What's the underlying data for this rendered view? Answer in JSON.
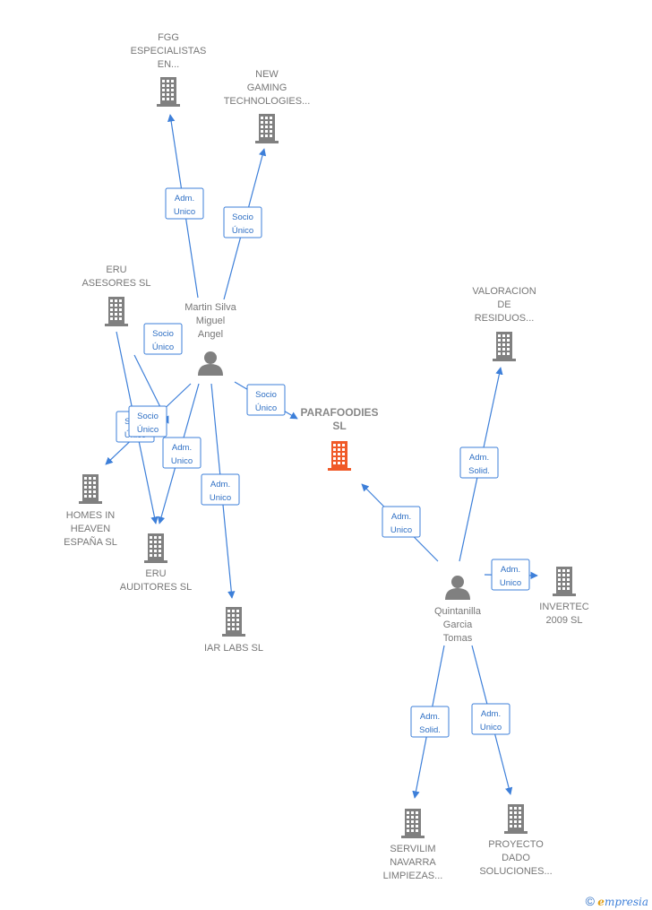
{
  "colors": {
    "edge": "#3d7fd9",
    "company": "#808080",
    "company_focus": "#f05a28",
    "person": "#808080"
  },
  "nodes": [
    {
      "id": "fgg",
      "kind": "company",
      "label": [
        "FGG",
        "ESPECIALISTAS",
        "EN..."
      ]
    },
    {
      "id": "newgaming",
      "kind": "company",
      "label": [
        "NEW",
        "GAMING",
        "TECHNOLOGIES..."
      ]
    },
    {
      "id": "eruasesores",
      "kind": "company",
      "label": [
        "ERU",
        "ASESORES  SL"
      ]
    },
    {
      "id": "martin",
      "kind": "person",
      "label": [
        "Martin Silva",
        "Miguel",
        "Angel"
      ]
    },
    {
      "id": "parafoodies",
      "kind": "company_focus",
      "label": [
        "PARAFOODIES",
        "SL"
      ]
    },
    {
      "id": "valoracion",
      "kind": "company",
      "label": [
        "VALORACION",
        "DE",
        "RESIDUOS..."
      ]
    },
    {
      "id": "homes",
      "kind": "company",
      "label": [
        "HOMES IN",
        "HEAVEN",
        "ESPAÑA SL"
      ]
    },
    {
      "id": "eruauditores",
      "kind": "company",
      "label": [
        "ERU",
        "AUDITORES SL"
      ]
    },
    {
      "id": "iarlabs",
      "kind": "company",
      "label": [
        "IAR LABS  SL"
      ]
    },
    {
      "id": "quintanilla",
      "kind": "person",
      "label": [
        "Quintanilla",
        "Garcia",
        "Tomas"
      ]
    },
    {
      "id": "invertec",
      "kind": "company",
      "label": [
        "INVERTEC",
        "2009 SL"
      ]
    },
    {
      "id": "servilim",
      "kind": "company",
      "label": [
        "SERVILIM",
        "NAVARRA",
        "LIMPIEZAS..."
      ]
    },
    {
      "id": "proyecto",
      "kind": "company",
      "label": [
        "PROYECTO",
        "DADO",
        "SOLUCIONES..."
      ]
    }
  ],
  "edges": [
    {
      "from": "martin",
      "to": "fgg",
      "label": [
        "Adm.",
        "Unico"
      ]
    },
    {
      "from": "martin",
      "to": "newgaming",
      "label": [
        "Socio",
        "Único"
      ]
    },
    {
      "from": "martin",
      "to": "eruasesores",
      "label": [
        "Socio",
        "Único"
      ]
    },
    {
      "from": "martin",
      "to": "parafoodies",
      "label": [
        "Socio",
        "Único"
      ]
    },
    {
      "from": "martin",
      "to": "homes",
      "label": [
        "Socio",
        "Único"
      ]
    },
    {
      "from": "martin",
      "to": "eruauditores",
      "label": [
        "Adm.",
        "Unico"
      ]
    },
    {
      "from": "martin",
      "to": "iarlabs",
      "label": [
        "Adm.",
        "Unico"
      ]
    },
    {
      "from": "eruasesores",
      "to": "iarlabs",
      "label": [
        "Socio",
        "Único"
      ]
    },
    {
      "from": "quintanilla",
      "to": "parafoodies",
      "label": [
        "Adm.",
        "Unico"
      ]
    },
    {
      "from": "quintanilla",
      "to": "valoracion",
      "label": [
        "Adm.",
        "Solid."
      ]
    },
    {
      "from": "quintanilla",
      "to": "invertec",
      "label": [
        "Adm.",
        "Unico"
      ]
    },
    {
      "from": "quintanilla",
      "to": "servilim",
      "label": [
        "Adm.",
        "Solid."
      ]
    },
    {
      "from": "quintanilla",
      "to": "proyecto",
      "label": [
        "Adm.",
        "Unico"
      ]
    }
  ],
  "footer": {
    "copyright": "©",
    "brand_first": "e",
    "brand_rest": "mpresia"
  }
}
